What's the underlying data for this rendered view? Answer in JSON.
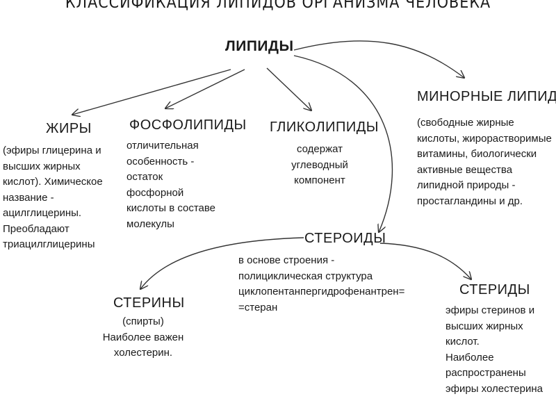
{
  "title": "КЛАССИФИКАЦИЯ ЛИПИДОВ ОРГАНИЗМА ЧЕЛОВЕКА",
  "root": {
    "label": "ЛИПИДЫ"
  },
  "fats": {
    "label": "ЖИРЫ",
    "description": "(эфиры глицерина и\nвысших жирных\nкислот). Химическое\nназвание -\nацилглицерины.\nПреобладают\nтриацилглицерины"
  },
  "phospholipids": {
    "label": "ФОСФОЛИПИДЫ",
    "description": "отличительная\nособенность -\nостаток\nфосфорной\nкислоты в составе\nмолекулы"
  },
  "glycolipids": {
    "label": "ГЛИКОЛИПИДЫ",
    "description": "содержат\nуглеводный\nкомпонент"
  },
  "minor_lipids": {
    "label": "МИНОРНЫЕ ЛИПИДЫ",
    "description": "(свободные жирные\nкислоты, жирорастворимые\nвитамины, биологически\nактивные вещества\nлипидной природы -\nпростагландины и др."
  },
  "steroids": {
    "label": "СТЕРОИДЫ",
    "description": "в основе строения -\nполициклическая структура\nциклопентанпергидрофенантрен=\n=стеран"
  },
  "sterols": {
    "label": "СТЕРИНЫ",
    "description": "(спирты)\nНаиболее важен\nхолестерин."
  },
  "sterides": {
    "label": "СТЕРИДЫ",
    "description": "эфиры стеринов и\nвысших жирных\nкислот.\nНаиболее\nраспространены\nэфиры холестерина"
  }
}
